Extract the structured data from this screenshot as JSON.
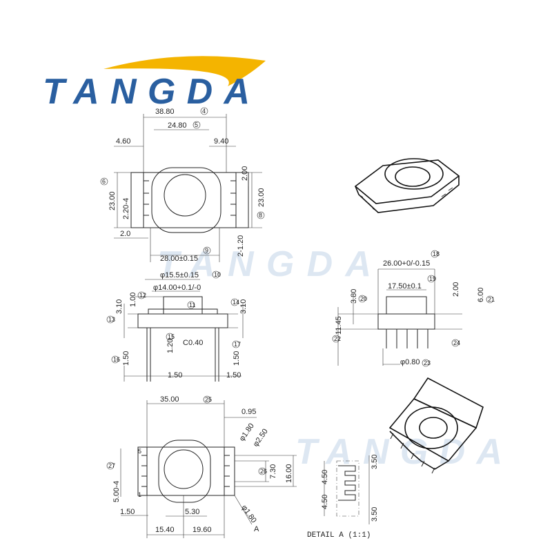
{
  "brand": {
    "logo_text": "TANGDA",
    "watermark_text": "TANGDA",
    "logo_color": "#2a5fa0",
    "swoosh_color": "#f4b400"
  },
  "top_view": {
    "d_38_80": "38.80",
    "n_38_80": "4",
    "d_24_80": "24.80",
    "n_24_80": "5",
    "d_4_60": "4.60",
    "d_9_40": "9.40",
    "d_2_00": "2.00",
    "d_23_00_left": "23.00",
    "n_23_left": "6",
    "d_23_00_right": "23.00",
    "n_23_right": "8",
    "d_2_20_4": "2.20-4",
    "d_2_0": "2.0",
    "d_2_1_20": "2-1.20",
    "d_28_00": "28.00±0.15",
    "n_28": "9"
  },
  "side_view": {
    "d_phi15": "φ15.5±0.15",
    "n_phi15": "10",
    "d_phi14": "φ14.00+0.1/-0",
    "n_phi14": "11",
    "d_1_00": "1.00",
    "n_1_00": "12",
    "d_3_10_left": "3.10",
    "n_3_10_left": "13",
    "d_3_10_right": "3.10",
    "n_3_10_right": "14",
    "d_1_20": "1.20",
    "n_1_20": "15",
    "d_c040": "C0.40",
    "d_1_50_v_left": "1.50",
    "n_1_50_left": "16",
    "d_1_50_v_right": "1.50",
    "n_1_50_right": "17",
    "d_1_50_h_left": "1.50",
    "d_1_50_h_right": "1.50"
  },
  "front_view": {
    "d_26_00": "26.00+0/-0.15",
    "n_26": "18",
    "d_17_50": "17.50±0.1",
    "n_17_50": "19",
    "d_3_80": "3.80",
    "n_3_80": "20",
    "d_2_00": "2.00",
    "d_6_00": "6.00",
    "n_6_00": "21",
    "d_11_45": "11.45",
    "n_11_45": "22",
    "d_phi080": "φ0.80",
    "n_phi080": "23",
    "n_5": "24"
  },
  "bottom_view": {
    "d_35_00": "35.00",
    "n_35": "25",
    "d_0_95": "0.95",
    "d_phi180_top": "φ1.80",
    "d_phi250": "φ2.50",
    "d_7_30": "7.30",
    "n_7_30": "26",
    "d_16_00": "16.00",
    "d_phi180_bot": "φ1.80",
    "d_5_00_4": "5.00-4",
    "n_5_00": "27",
    "d_1_50": "1.50",
    "d_5_30": "5.30",
    "d_15_40": "15.40",
    "d_19_60": "19.60",
    "label_a": "A",
    "pin_5": "5",
    "pin_1": "1"
  },
  "detail": {
    "d_4_50_top": "4.50",
    "d_4_50_bot": "4.50",
    "d_3_50_top": "3.50",
    "d_3_50_bot": "3.50",
    "caption": "DETAIL A (1:1)"
  }
}
